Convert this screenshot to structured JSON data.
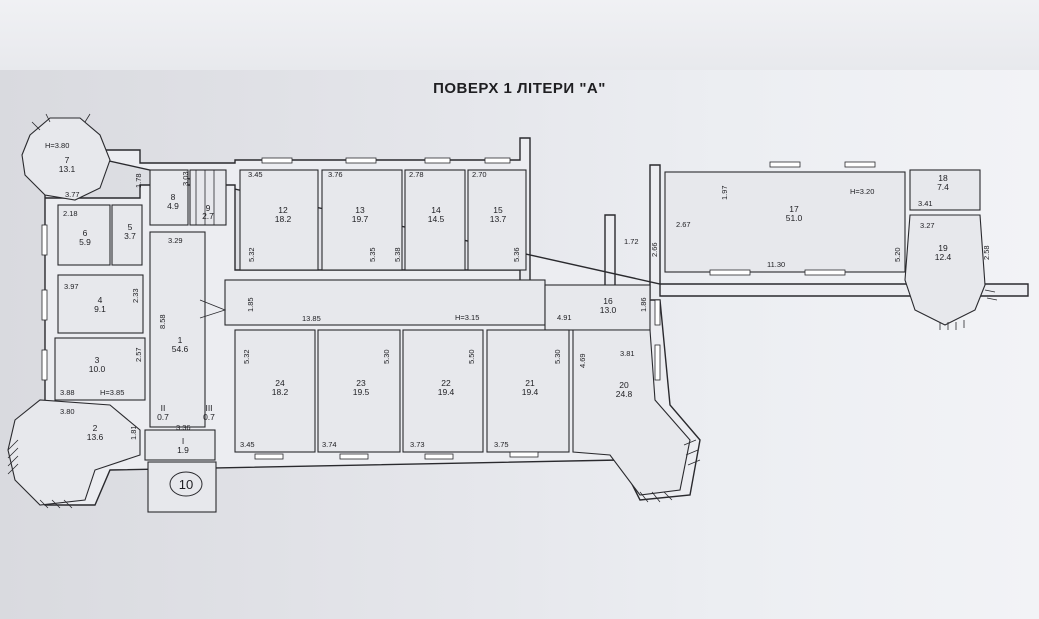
{
  "title": "ПОВЕРХ 1 ЛІТЕРИ \"А\"",
  "rooms": [
    {
      "num": "1",
      "area": "54.6"
    },
    {
      "num": "2",
      "area": "13.6"
    },
    {
      "num": "3",
      "area": "10.0"
    },
    {
      "num": "4",
      "area": "9.1"
    },
    {
      "num": "5",
      "area": "3.7"
    },
    {
      "num": "6",
      "area": "5.9"
    },
    {
      "num": "7",
      "area": "13.1"
    },
    {
      "num": "8",
      "area": "4.9"
    },
    {
      "num": "9",
      "area": "2.7"
    },
    {
      "num": "12",
      "area": "18.2"
    },
    {
      "num": "13",
      "area": "19.7"
    },
    {
      "num": "14",
      "area": "14.5"
    },
    {
      "num": "15",
      "area": "13.7"
    },
    {
      "num": "16",
      "area": "13.0"
    },
    {
      "num": "17",
      "area": "51.0"
    },
    {
      "num": "18",
      "area": "7.4"
    },
    {
      "num": "19",
      "area": "12.4"
    },
    {
      "num": "20",
      "area": "24.8"
    },
    {
      "num": "21",
      "area": "19.4"
    },
    {
      "num": "22",
      "area": "19.4"
    },
    {
      "num": "23",
      "area": "19.5"
    },
    {
      "num": "24",
      "area": "18.2"
    }
  ],
  "small_rooms": [
    {
      "num": "II",
      "area": "0.7"
    },
    {
      "num": "III",
      "area": "0.7"
    },
    {
      "num": "I",
      "area": "1.9"
    }
  ],
  "porch_label": "10",
  "heights": [
    "H=3.80",
    "H=3.85",
    "H=3.15",
    "H=3.20"
  ],
  "dims": [
    "3.77",
    "1.78",
    "2.18",
    "3.29",
    "3.03",
    "3.45",
    "3.76",
    "2.78",
    "2.70",
    "5.32",
    "5.35",
    "5.38",
    "5.36",
    "1.85",
    "13.85",
    "4.91",
    "1.86",
    "1.72",
    "2.66",
    "2.67",
    "1.97",
    "11.30",
    "5.20",
    "3.41",
    "3.27",
    "2.58",
    "3.97",
    "2.33",
    "8.58",
    "2.57",
    "3.88",
    "3.80",
    "1.81",
    "3.36",
    "3.45",
    "3.74",
    "3.73",
    "3.75",
    "5.32",
    "5.30",
    "5.50",
    "5.30",
    "4.69",
    "3.81"
  ]
}
